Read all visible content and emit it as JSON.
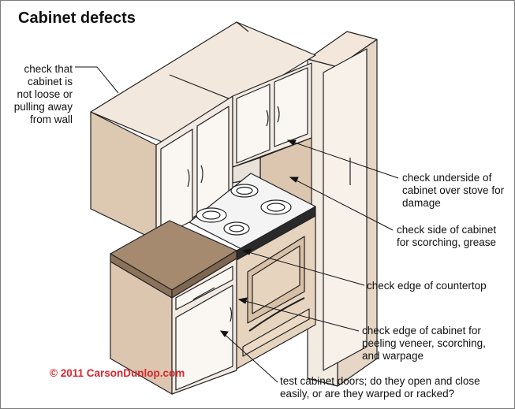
{
  "diagram": {
    "title": "Cabinet defects",
    "copyright": "© 2011 CarsonDunlop.com",
    "callouts": {
      "loose": "check that\ncabinet is\nnot loose or\npulling away\nfrom wall",
      "underside": "check underside of\ncabinet over stove for\ndamage",
      "side": "check side of cabinet\nfor scorching, grease",
      "countertop": "check edge of countertop",
      "edge": "check edge of cabinet for\npeeling veneer, scorching,\nand warpage",
      "doors": "test cabinet doors; do they open and close\neasily, or are they warped or racked?"
    }
  }
}
